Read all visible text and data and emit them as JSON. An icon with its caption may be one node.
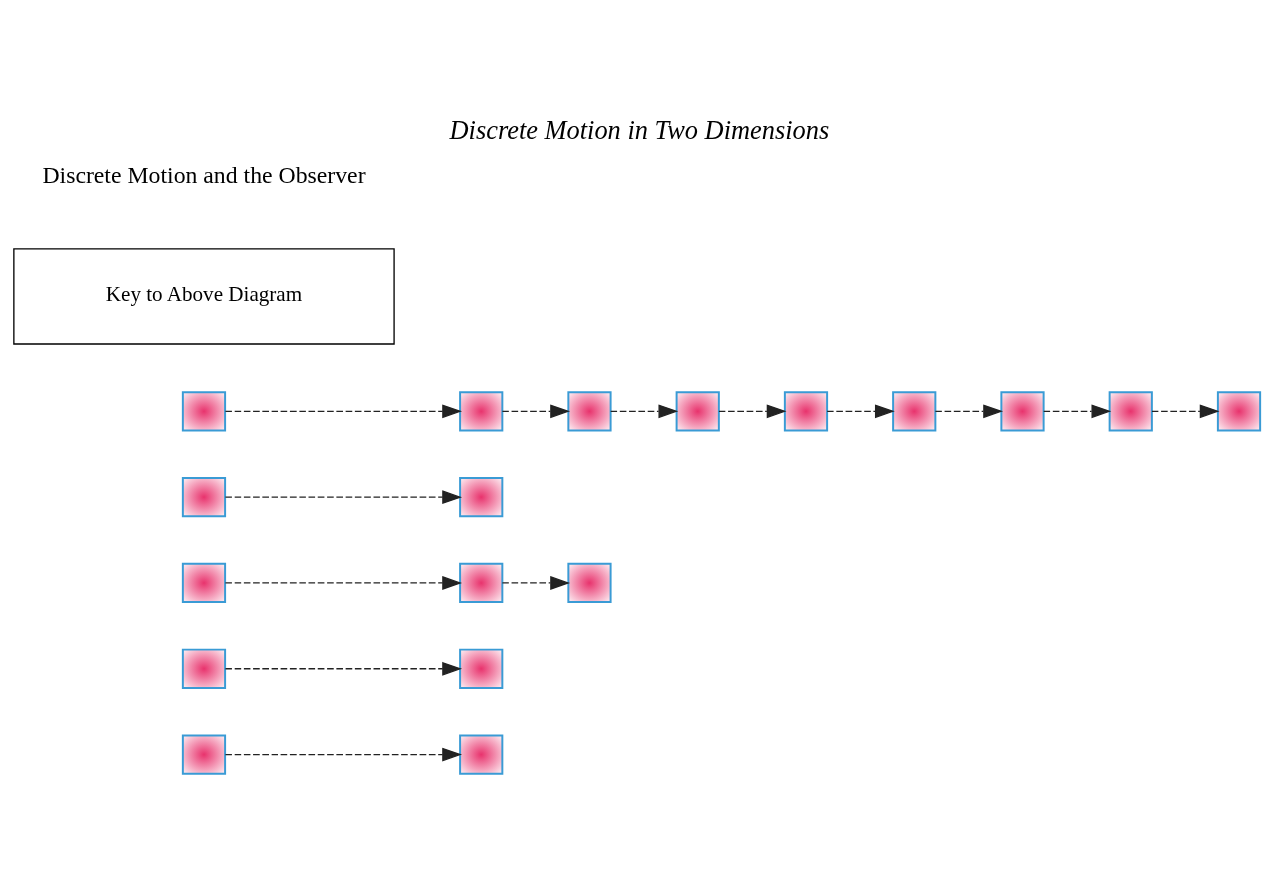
{
  "diagram": {
    "title": "Discrete Motion in Two Dimensions",
    "nodes": [
      {
        "text": [],
        "shape": "box"
      },
      {
        "text": [],
        "shape": "box"
      },
      {
        "text": [],
        "shape": "box"
      },
      {
        "text": [],
        "shape": "box"
      },
      {
        "text": [],
        "shape": "box"
      },
      {
        "text": [],
        "shape": "box"
      },
      {
        "text": [],
        "shape": "box"
      },
      {
        "text": [],
        "shape": "box"
      },
      {
        "text": [],
        "shape": "box"
      },
      {
        "text": [],
        "shape": "box"
      },
      {
        "text": [],
        "shape": "box"
      },
      {
        "text": [],
        "shape": "box"
      },
      {
        "text": [],
        "shape": "box"
      },
      {
        "text": [],
        "shape": "box"
      },
      {
        "text": [],
        "shape": "box"
      },
      {
        "text": [],
        "shape": "box"
      },
      {
        "text": [],
        "shape": "box"
      },
      {
        "text": [],
        "shape": "box"
      },
      {
        "text": [
          "Key to Above Diagram"
        ]
      }
    ],
    "edges": [
      {
        "from": 0,
        "to": 1,
        "arrow": "to"
      },
      {
        "from": 2,
        "to": 3,
        "arrow": "to"
      },
      {
        "from": 4,
        "to": 5,
        "arrow": "to"
      },
      {
        "from": 5,
        "to": 6,
        "arrow": "to"
      },
      {
        "from": 7,
        "to": 8,
        "arrow": "to"
      },
      {
        "from": 9,
        "to": 10,
        "arrow": "to"
      },
      {
        "from": 10,
        "to": 11,
        "arrow": "to"
      },
      {
        "from": 11,
        "to": 12,
        "arrow": "to"
      },
      {
        "from": 12,
        "to": 13,
        "arrow": "to"
      },
      {
        "from": 13,
        "to": 14,
        "arrow": "to"
      },
      {
        "from": 14,
        "to": 15,
        "arrow": "to"
      },
      {
        "from": 15,
        "to": 16,
        "arrow": "to"
      },
      {
        "from": 16,
        "to": 17,
        "arrow": "to"
      }
    ],
    "labels": [
      "Discrete Motion and the Observer"
    ]
  }
}
